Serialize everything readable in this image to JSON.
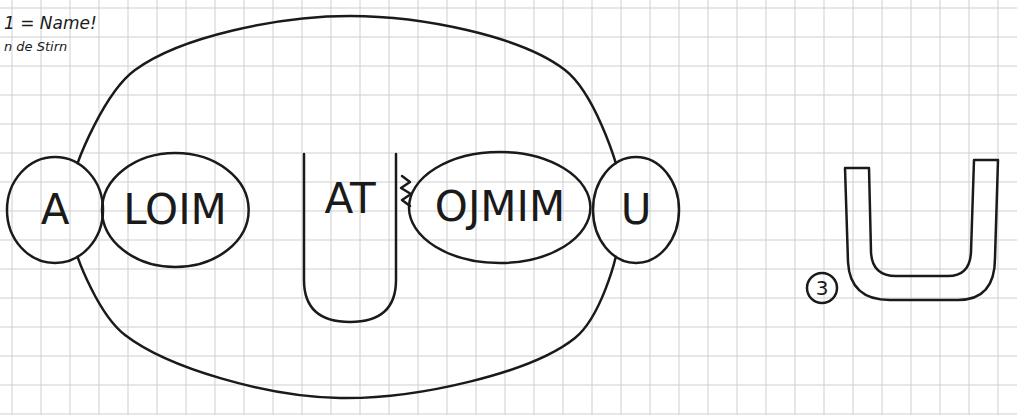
{
  "diagram": {
    "nodes": [
      {
        "text": [
          "A"
        ]
      },
      {
        "text": [
          "LOIM"
        ]
      },
      {
        "text": [
          "AT"
        ]
      },
      {
        "text": [
          "OJMIM"
        ]
      },
      {
        "text": [
          "U"
        ]
      }
    ],
    "edges": [
      {
        "from": 0,
        "to": 4,
        "arrow": "none"
      },
      {
        "from": 0,
        "to": 4,
        "arrow": "none"
      }
    ],
    "labels": [
      "1 = Name!",
      "n de Stirn",
      "3"
    ]
  }
}
